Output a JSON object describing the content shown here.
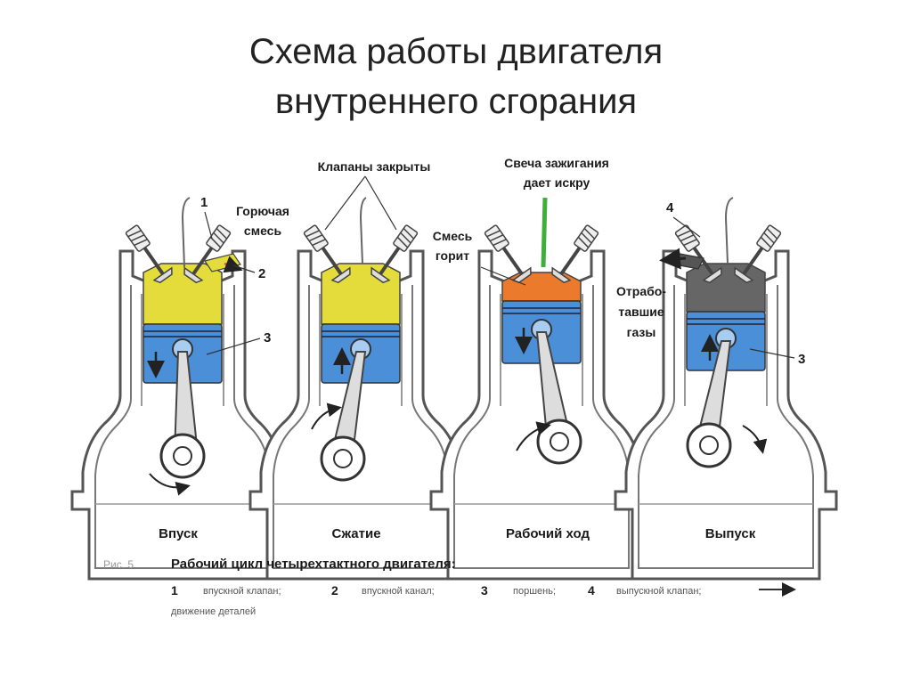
{
  "title": {
    "line1": "Схема работы двигателя",
    "line2": "внутреннего сгорания"
  },
  "labels": {
    "valves_closed": "Клапаны закрыты",
    "spark_line1": "Свеча зажигания",
    "spark_line2": "дает искру",
    "fuel_line1": "Горючая",
    "fuel_line2": "смесь",
    "burning_line1": "Смесь",
    "burning_line2": "горит",
    "exhaust_line1": "Отрабо-",
    "exhaust_line2": "тавшие",
    "exhaust_line3": "газы",
    "n1": "1",
    "n2": "2",
    "n3a": "3",
    "n3b": "3",
    "n4": "4"
  },
  "strokes": [
    {
      "caption": "Впуск",
      "mixture_color": "#e3dc3a",
      "piston_direction": "down"
    },
    {
      "caption": "Сжатие",
      "mixture_color": "#e3dc3a",
      "piston_direction": "up"
    },
    {
      "caption": "Рабочий ход",
      "mixture_color": "#ec7a2c",
      "piston_direction": "down"
    },
    {
      "caption": "Выпуск",
      "mixture_color": "#666666",
      "piston_direction": "up"
    }
  ],
  "figure": {
    "prefix": "Рис. 5",
    "title": "Рабочий цикл четырехтактного двигателя:",
    "legend": [
      {
        "num": "1",
        "text": "впускной клапан;"
      },
      {
        "num": "2",
        "text": "впускной канал;"
      },
      {
        "num": "3",
        "text": "поршень;"
      },
      {
        "num": "4",
        "text": "выпускной клапан;"
      }
    ],
    "motion_text": "движение деталей"
  },
  "colors": {
    "piston": "#4a8fd8",
    "piston_light": "#a9cdf2",
    "frame": "#555555",
    "spark_plug": "#3fae3a",
    "intake_arrow": "#e04a6a"
  }
}
